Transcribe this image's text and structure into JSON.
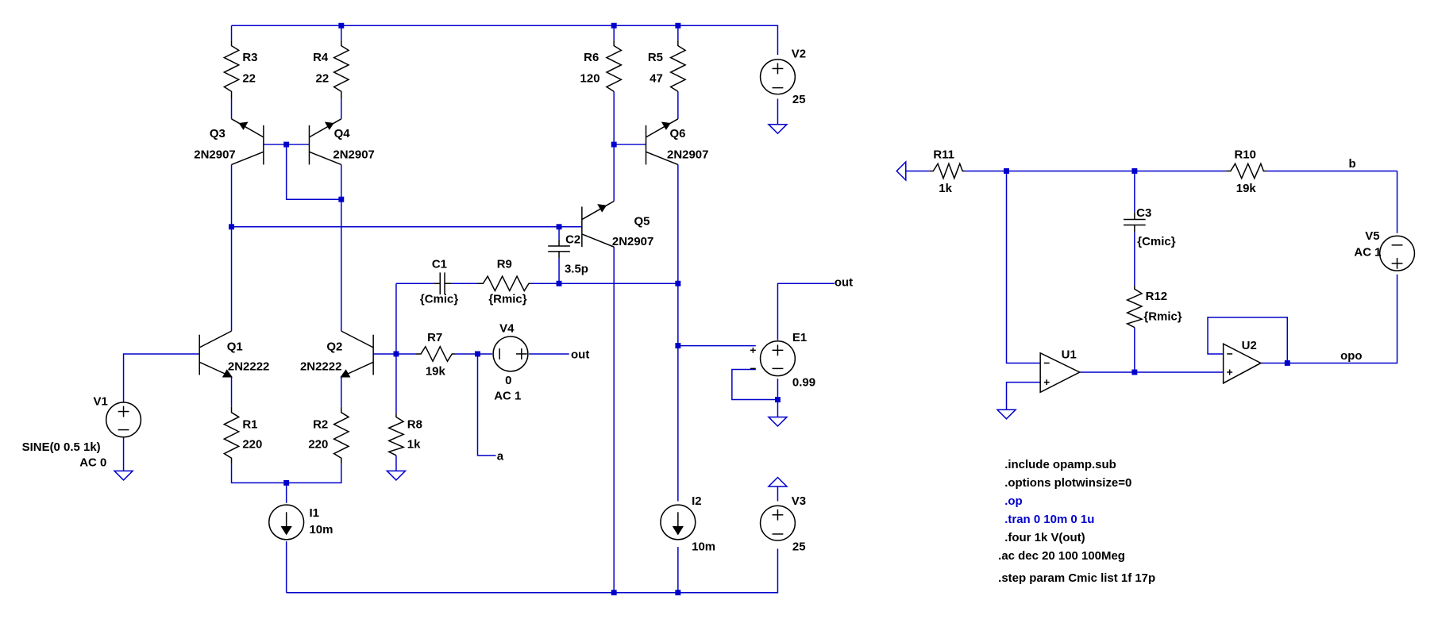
{
  "colors": {
    "wire": "#0000cc",
    "component": "#000000",
    "directive_active": "#0000cc",
    "background": "#ffffff"
  },
  "components": {
    "R1": {
      "name": "R1",
      "value": "220"
    },
    "R2": {
      "name": "R2",
      "value": "220"
    },
    "R3": {
      "name": "R3",
      "value": "22"
    },
    "R4": {
      "name": "R4",
      "value": "22"
    },
    "R5": {
      "name": "R5",
      "value": "47"
    },
    "R6": {
      "name": "R6",
      "value": "120"
    },
    "R7": {
      "name": "R7",
      "value": "19k"
    },
    "R8": {
      "name": "R8",
      "value": "1k"
    },
    "R9": {
      "name": "R9",
      "value": "{Rmic}"
    },
    "R10": {
      "name": "R10",
      "value": "19k"
    },
    "R11": {
      "name": "R11",
      "value": "1k"
    },
    "R12": {
      "name": "R12",
      "value": "{Rmic}"
    },
    "C1": {
      "name": "C1",
      "value": "{Cmic}"
    },
    "C2": {
      "name": "C2",
      "value": "3.5p"
    },
    "C3": {
      "name": "C3",
      "value": "{Cmic}"
    },
    "Q1": {
      "name": "Q1",
      "value": "2N2222"
    },
    "Q2": {
      "name": "Q2",
      "value": "2N2222"
    },
    "Q3": {
      "name": "Q3",
      "value": "2N2907"
    },
    "Q4": {
      "name": "Q4",
      "value": "2N2907"
    },
    "Q5": {
      "name": "Q5",
      "value": "2N2907"
    },
    "Q6": {
      "name": "Q6",
      "value": "2N2907"
    },
    "V1": {
      "name": "V1",
      "value": "SINE(0 0.5 1k)",
      "value2": "AC 0"
    },
    "V2": {
      "name": "V2",
      "value": "25"
    },
    "V3": {
      "name": "V3",
      "value": "25"
    },
    "V4": {
      "name": "V4",
      "value": "0",
      "value2": "AC 1"
    },
    "V5": {
      "name": "V5",
      "value": "AC 1"
    },
    "E1": {
      "name": "E1",
      "value": "0.99"
    },
    "I1": {
      "name": "I1",
      "value": "10m"
    },
    "I2": {
      "name": "I2",
      "value": "10m"
    },
    "U1": {
      "name": "U1"
    },
    "U2": {
      "name": "U2"
    }
  },
  "nets": {
    "out": "out",
    "out2": "out",
    "a": "a",
    "b": "b",
    "opo": "opo"
  },
  "directives": [
    {
      "text": ".include opamp.sub",
      "active": false
    },
    {
      "text": ".options plotwinsize=0",
      "active": false
    },
    {
      "text": ".op",
      "active": true
    },
    {
      "text": ".tran 0 10m 0 1u",
      "active": true
    },
    {
      "text": ".four 1k V(out)",
      "active": false
    },
    {
      "text": ".ac dec 20 100 100Meg",
      "active": false
    },
    {
      "text": ".step param Cmic list 1f 17p",
      "active": false
    }
  ]
}
